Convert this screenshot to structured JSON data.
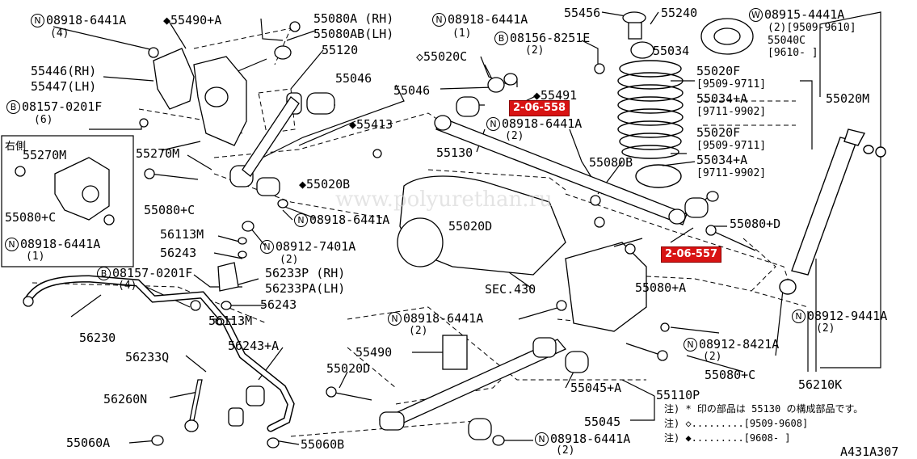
{
  "watermark": "www.polyurethan.ru",
  "doc_id": "A431A307",
  "side_box_title": "右側",
  "badges": {
    "b558": "2-06-558",
    "b557": "2-06-557"
  },
  "notes": {
    "n1": "注) * 印の部品は 55130 の構成部品です。",
    "n2": "注) ◇.........[9509-9608]",
    "n3": "注) ◆.........[9608-        ]"
  },
  "labels": {
    "l01": "08918-6441A",
    "l01q": "(4)",
    "l02": "◆55490+A",
    "l03": "55080A (RH)",
    "l04": "55080AB(LH)",
    "l05": "55120",
    "l06": "08918-6441A",
    "l06q": "(1)",
    "l07": "55456",
    "l08": "55240",
    "l09": "08915-4441A",
    "l10": "(2)[9509-9610]",
    "l11": "55040C",
    "l12": "[9610-     ]",
    "l13": "08156-8251E",
    "l13q": "(2)",
    "l14": "55034",
    "l15": "◇55020C",
    "l16": "55020F",
    "l17": "[9509-9711]",
    "l18": "55446(RH)",
    "l19": "55447(LH)",
    "l20": "55046",
    "l21": "55046",
    "l22": "◆55491",
    "l23": "55034+A",
    "l24": "[9711-9902]",
    "l25": "55020M",
    "l26": "08157-0201F",
    "l26q": "(6)",
    "l27": "◆55413",
    "l28": "08918-6441A",
    "l28q": "(2)",
    "l29": "55020F",
    "l30": "[9509-9711]",
    "l31": "55270M",
    "l32": "55130",
    "l33": "55270M",
    "l34": "55080B",
    "l35": "55034+A",
    "l36": "[9711-9902]",
    "l37": "◆55020B",
    "l38": "55080+C",
    "l39": "55080+C",
    "l40": "08918-6441A",
    "l41": "55020D",
    "l42": "55080+D",
    "l43": "08918-6441A",
    "l43q": "(1)",
    "l44": "56113M",
    "l45": "08912-7401A",
    "l45q": "(2)",
    "l46": "56243",
    "l47": "08157-0201F",
    "l47q": "(4)",
    "l48": "56233P (RH)",
    "l49": "56233PA(LH)",
    "l50": "SEC.430",
    "l51": "55080+A",
    "l52": "56243",
    "l53": "08912-9441A",
    "l53q": "(2)",
    "l54": "56230",
    "l55": "56113M",
    "l56": "08918-6441A",
    "l56q": "(2)",
    "l57": "08912-8421A",
    "l57q": "(2)",
    "l58": "56233Q",
    "l59": "56243+A",
    "l60": "55490",
    "l61": "55080+C",
    "l62": "56210K",
    "l63": "55020D",
    "l64": "55045+A",
    "l65": "55110P",
    "l66": "56260N",
    "l67": "55045",
    "l68": "55060A",
    "l69": "55060B",
    "l70": "08918-6441A",
    "l70q": "(2)"
  },
  "circles": {
    "N": "N",
    "B": "B",
    "W": "W"
  }
}
